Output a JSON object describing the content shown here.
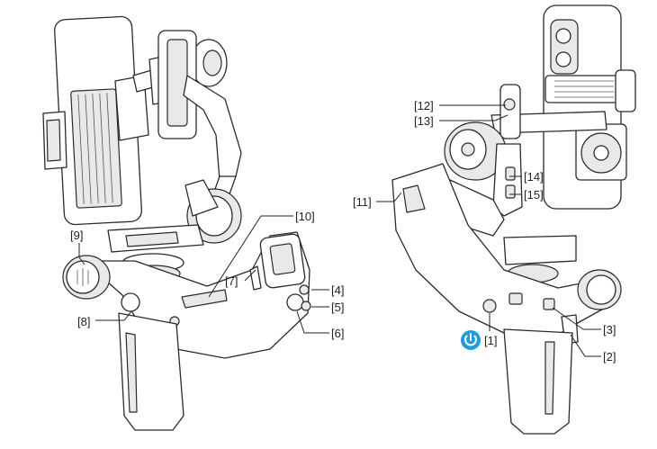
{
  "labels": {
    "l1": "[1]",
    "l2": "[2]",
    "l3": "[3]",
    "l4": "[4]",
    "l5": "[5]",
    "l6": "[6]",
    "l7": "[7]",
    "l8": "[8]",
    "l9": "[9]",
    "l10": "[10]",
    "l11": "[11]",
    "l12": "[12]",
    "l13": "[13]",
    "l14": "[14]",
    "l15": "[15]"
  },
  "colors": {
    "power_badge": "#1e9fdc",
    "power_badge_glyph": "#ffffff",
    "line_art": "#2a2a2a"
  },
  "icons": {
    "power": "power-icon"
  }
}
